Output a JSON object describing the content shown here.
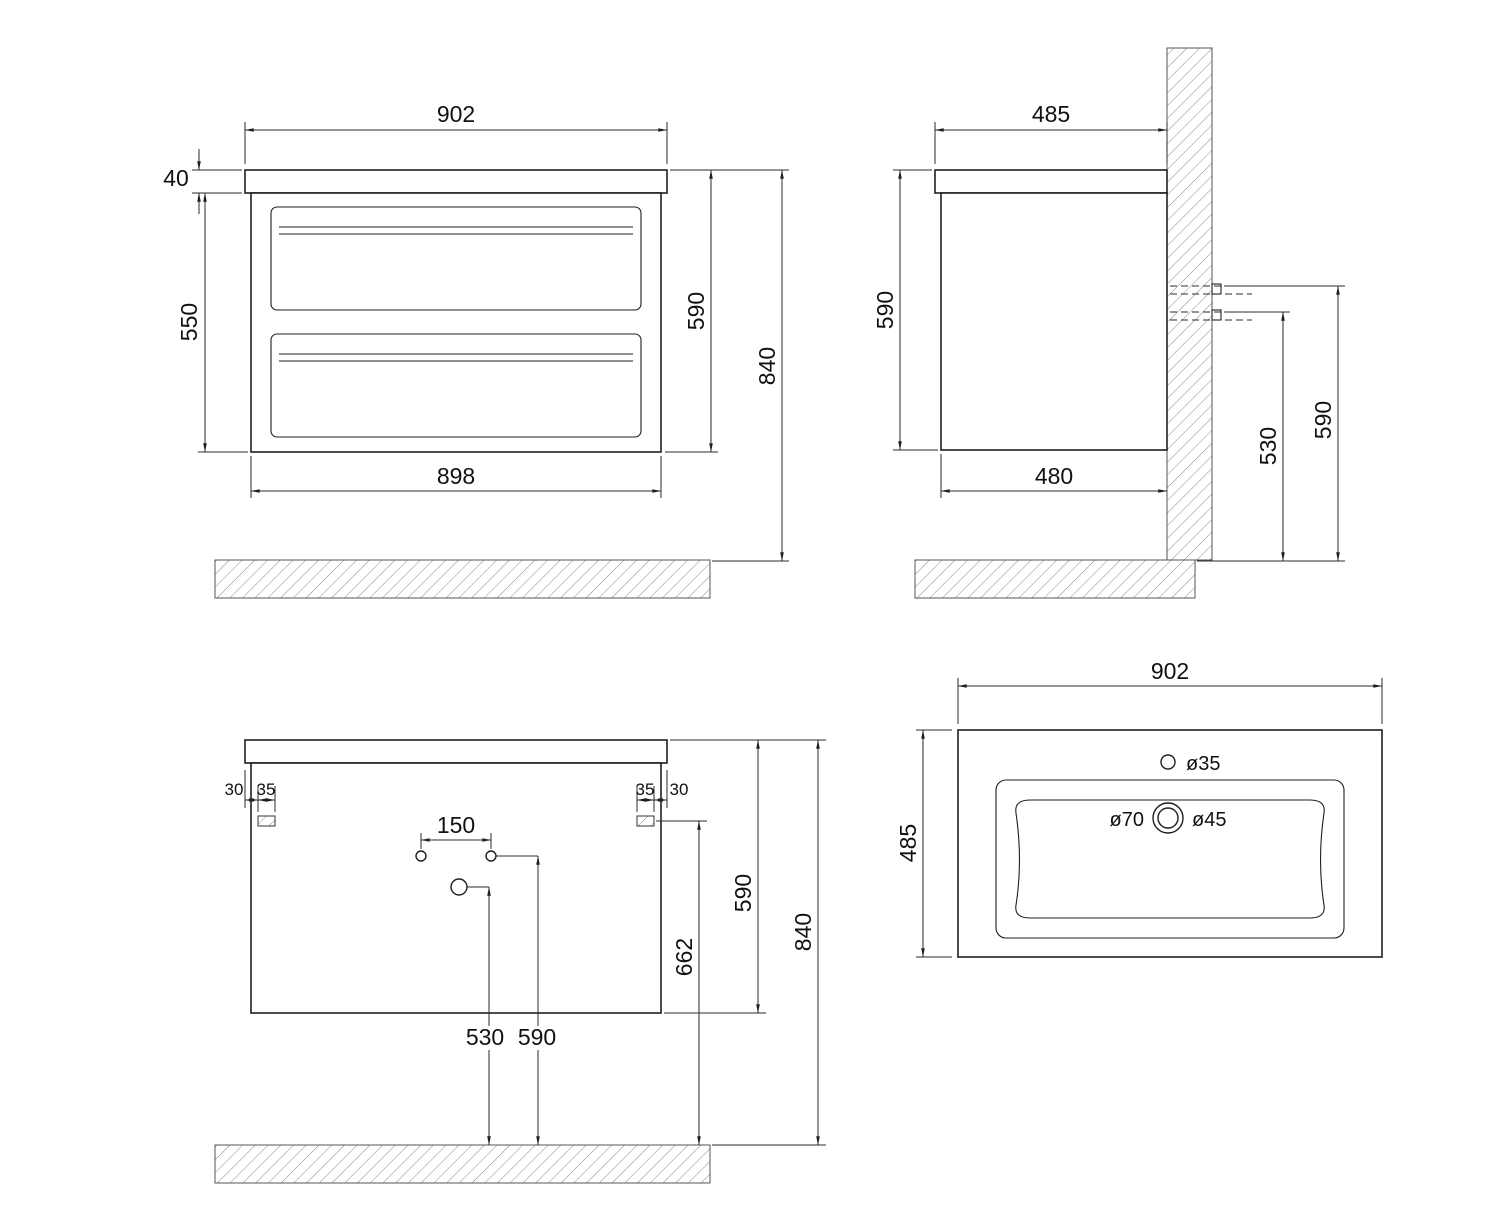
{
  "drawing": {
    "line_color": "#1f1f1f",
    "background_color": "#ffffff"
  },
  "front_view": {
    "width_top": "902",
    "countertop_thickness": "40",
    "body_height": "550",
    "height_with_countertop": "590",
    "total_height_to_floor": "840",
    "body_width": "898"
  },
  "side_view": {
    "depth_top": "485",
    "height_with_countertop": "590",
    "body_depth": "480",
    "rail_upper_to_floor": "590",
    "rail_lower_to_floor": "530"
  },
  "rear_view": {
    "bracket_left_offset": "30",
    "bracket_left_width": "35",
    "bracket_right_width": "35",
    "bracket_right_offset": "30",
    "fixing_hole_spacing": "150",
    "height_with_countertop": "590",
    "bracket_to_floor": "662",
    "total_height_to_floor": "840",
    "drain_hole_height": "530",
    "fixing_hole_height": "590"
  },
  "basin_view": {
    "width": "902",
    "depth": "485",
    "overflow_hole_diameter": "ø35",
    "faucet_hole_outer_diameter": "ø70",
    "faucet_hole_inner_diameter": "ø45"
  }
}
